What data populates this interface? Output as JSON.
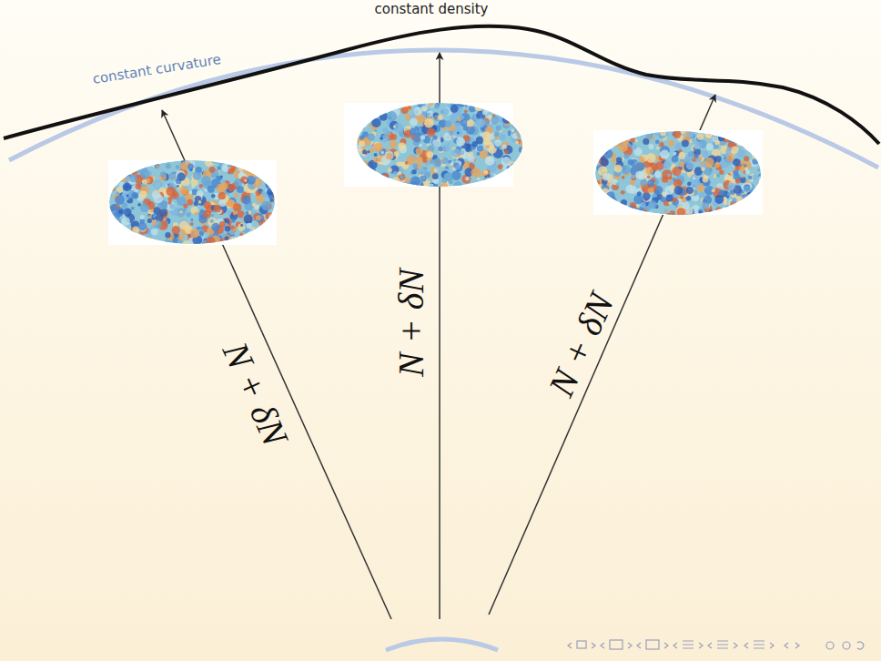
{
  "diagram": {
    "labels": [
      "constant density",
      "constant curvature",
      "N + δN",
      "N + δN",
      "N + δN"
    ]
  }
}
